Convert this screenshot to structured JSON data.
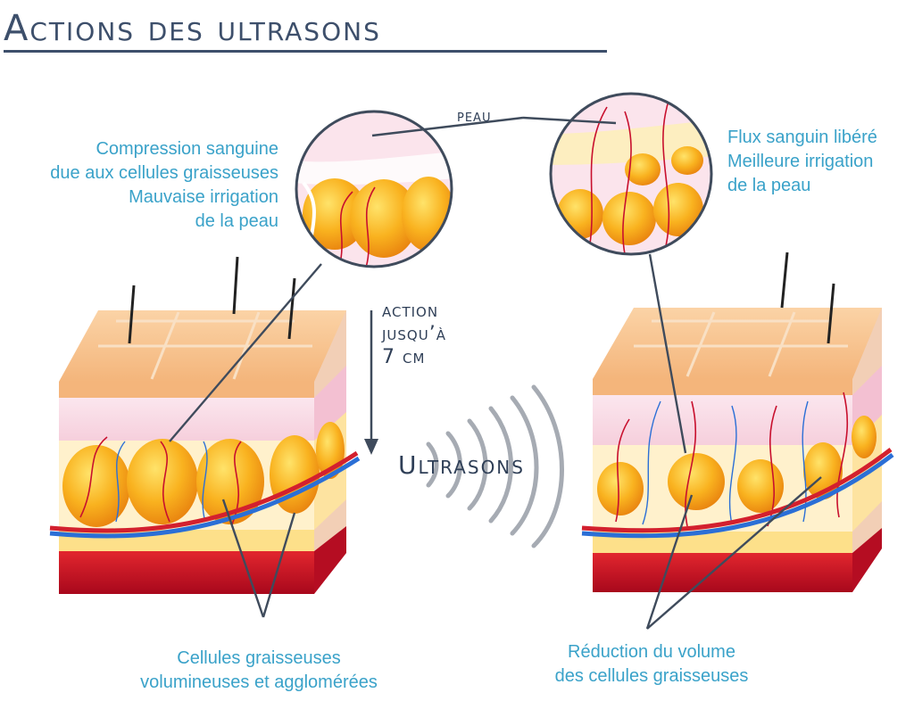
{
  "title": "Actions des ultrasons",
  "labels": {
    "peau": "peau",
    "left_callout": [
      "Compression sanguine",
      "due aux cellules graisseuses",
      "Mauvaise irrigation",
      "de la peau"
    ],
    "right_callout": [
      "Flux sanguin libéré",
      "Meilleure irrigation",
      "de la peau"
    ],
    "action": [
      "action",
      "jusqu’à",
      "7 cm"
    ],
    "ultrasons": "Ultrasons",
    "bottom_left": [
      "Cellules graisseuses",
      "volumineuses et agglomérées"
    ],
    "bottom_right": [
      "Réduction du volume",
      "des cellules graisseuses"
    ]
  },
  "colors": {
    "title": "#3d4f6b",
    "callout_text": "#3aa2c9",
    "epidermis": "#f7c28a",
    "dermis": "#f9dde8",
    "fat": "#f6a21c",
    "muscle": "#c8102e",
    "vein": "#2b6fd6",
    "artery": "#d3202e"
  }
}
